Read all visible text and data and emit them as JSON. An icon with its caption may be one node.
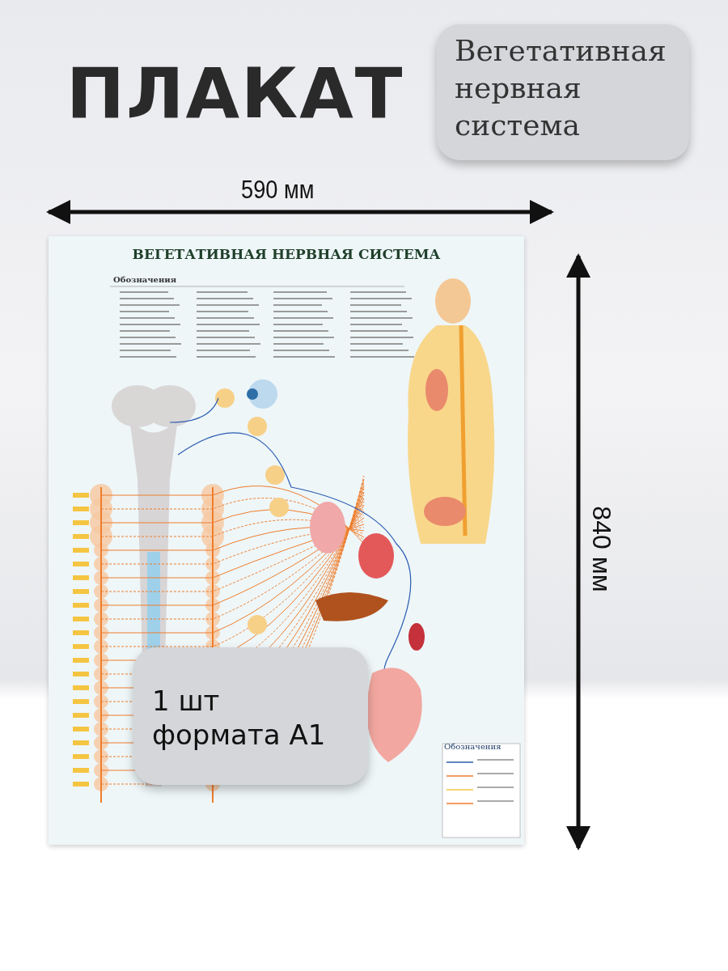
{
  "diagram": {
    "title": "ПЛАКАТ",
    "labels": [
      "Вегетативная нервная система",
      "590 мм",
      "840 мм",
      "ВЕГЕТАТИВНАЯ НЕРВНАЯ СИСТЕМА",
      "Обозначения",
      "1 шт формата А1",
      "Обозначения"
    ]
  }
}
